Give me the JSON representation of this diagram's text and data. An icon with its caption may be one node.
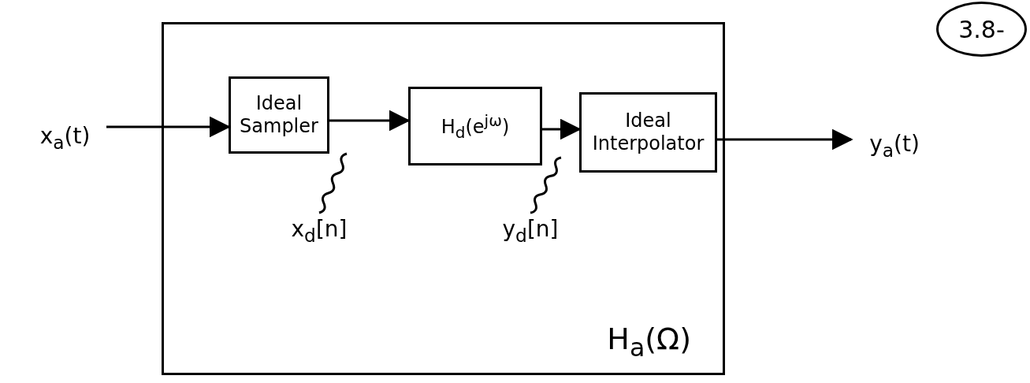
{
  "diagram": {
    "nodes": [
      {
        "text": [
          "H$_{a}$(Ω)"
        ]
      },
      {
        "text": [
          "Ideal Sampler"
        ],
        "in": 0
      },
      {
        "text": [
          "H$_{d}$(e$^{jω}$)"
        ],
        "in": 0
      },
      {
        "text": [
          "Ideal Interpolator"
        ],
        "in": 0
      },
      {
        "text": [
          "x$_{a}$(t)"
        ]
      },
      {
        "text": [
          "y$_{a}$(t)"
        ]
      },
      {
        "text": [
          "x$_{d}$[n]"
        ],
        "in": 0
      },
      {
        "text": [
          "y$_{d}$[n]"
        ],
        "in": 0
      },
      {
        "text": [
          "3.8-"
        ]
      }
    ],
    "edges": [
      {
        "from": 4,
        "to": 1,
        "arrow": "to"
      },
      {
        "from": 1,
        "to": 2,
        "arrow": "to"
      },
      {
        "from": 2,
        "to": 3,
        "arrow": "to"
      },
      {
        "from": 3,
        "to": 5,
        "arrow": "to"
      },
      {
        "from": 6,
        "to": null,
        "arrow": "none"
      },
      {
        "from": 7,
        "to": null,
        "arrow": "none"
      }
    ]
  }
}
